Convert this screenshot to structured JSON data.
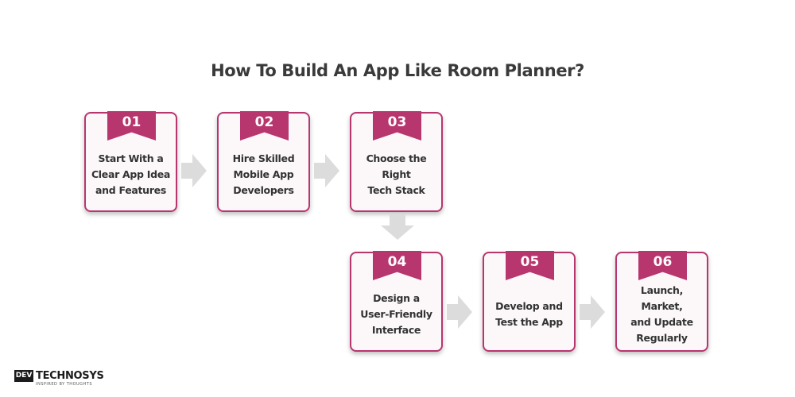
{
  "title": "How To Build An App Like Room Planner?",
  "steps": [
    {
      "number": "01",
      "text": "Start With a\nClear App Idea\nand Features"
    },
    {
      "number": "02",
      "text": "Hire Skilled\nMobile App\nDevelopers"
    },
    {
      "number": "03",
      "text": "Choose the Right\nTech Stack"
    },
    {
      "number": "04",
      "text": "Design a\nUser-Friendly\nInterface"
    },
    {
      "number": "05",
      "text": "Develop and\nTest the App"
    },
    {
      "number": "06",
      "text": "Launch, Market,\nand Update\nRegularly"
    }
  ],
  "logo": {
    "mark": "DEV",
    "wordmark": "TECHNOSYS",
    "tagline": "INSPIRED BY THOUGHTS"
  },
  "colors": {
    "accent": "#b8366e",
    "arrow": "#dcdcdc",
    "card_bg": "#fcf8fa",
    "text": "#333333"
  }
}
